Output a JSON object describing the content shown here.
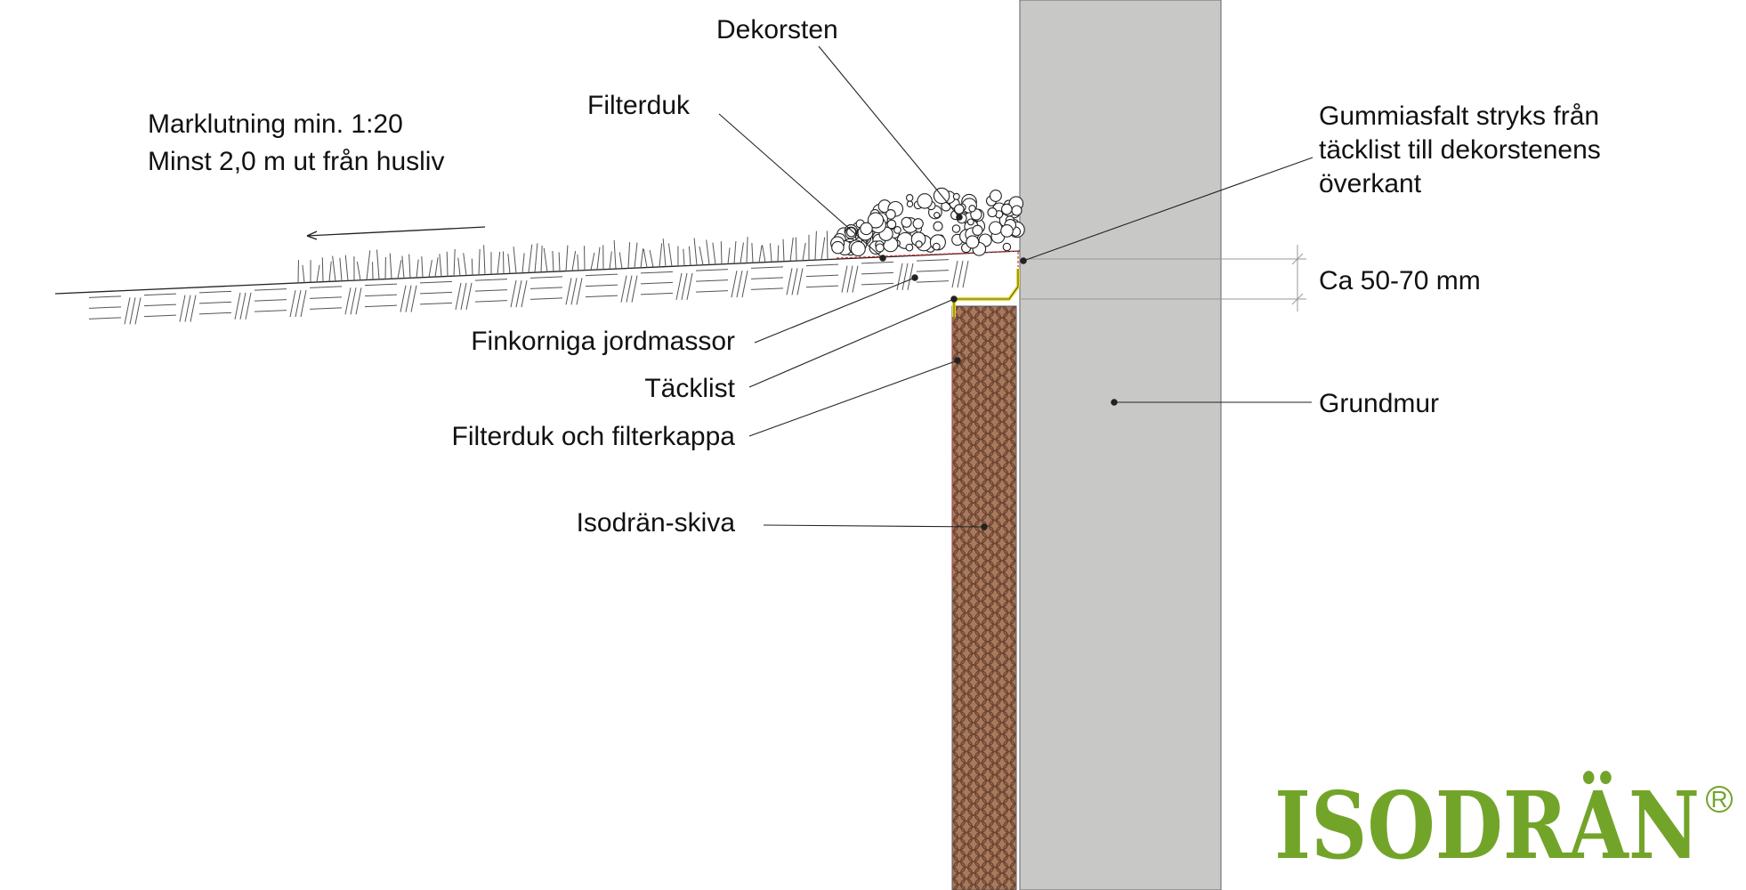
{
  "diagram": {
    "slope_note": {
      "line1": "Marklutning min. 1:20",
      "line2": "Minst 2,0 m ut från husliv"
    },
    "labels": {
      "dekorsten": "Dekorsten",
      "filterduk": "Filterduk",
      "gummiasfalt_line1": "Gummiasfalt stryks från",
      "gummiasfalt_line2": "täcklist till dekorstenens",
      "gummiasfalt_line3": "överkant",
      "dimension": "Ca 50-70 mm",
      "finkorniga": "Finkorniga jordmassor",
      "tacklist": "Täcklist",
      "filterduk_kappa": "Filterduk och filterkappa",
      "isodran_skiva": "Isodrän-skiva",
      "grundmur": "Grundmur"
    },
    "colors": {
      "wall": "#c8c8c7",
      "board": "#a87a5b",
      "board_pattern": "#6b4433",
      "cover_strip": "#e7dd2a",
      "filter_fabric": "#e0312f",
      "logo": "#73a42a"
    }
  },
  "logo": {
    "text": "ISODRÄN",
    "registered": "R"
  }
}
